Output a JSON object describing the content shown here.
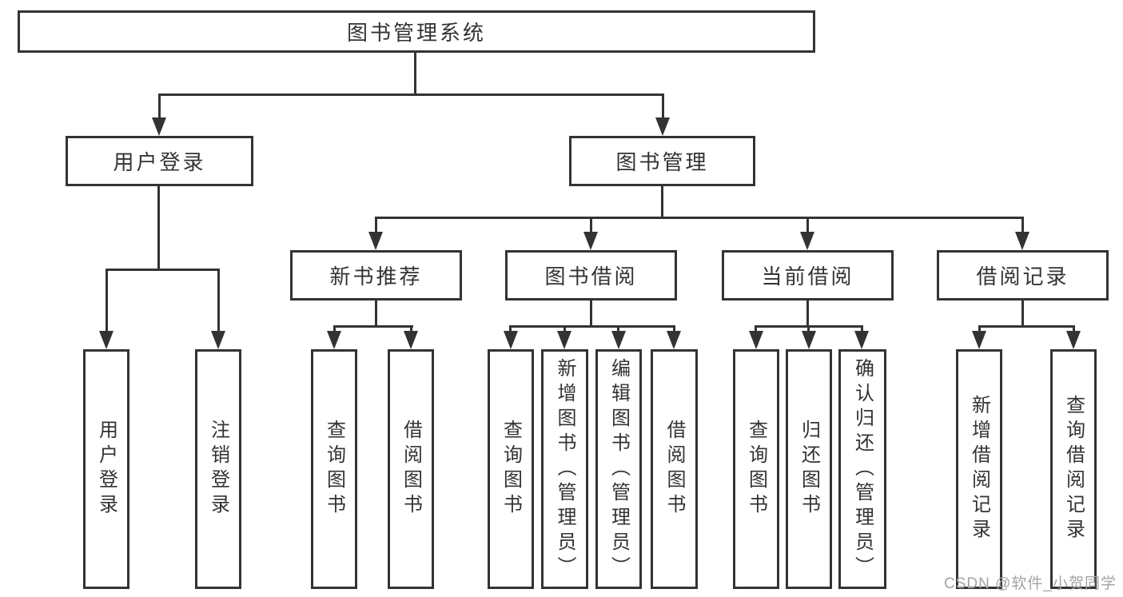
{
  "tree": {
    "label": "图书管理系统",
    "children": [
      {
        "label": "用户登录",
        "children": [
          {
            "label": "用户登录"
          },
          {
            "label": "注销登录"
          }
        ]
      },
      {
        "label": "图书管理",
        "children": [
          {
            "label": "新书推荐",
            "children": [
              {
                "label": "查询图书"
              },
              {
                "label": "借阅图书"
              }
            ]
          },
          {
            "label": "图书借阅",
            "children": [
              {
                "label": "查询图书"
              },
              {
                "label": "新增图书（管理员）"
              },
              {
                "label": "编辑图书（管理员）"
              },
              {
                "label": "借阅图书"
              }
            ]
          },
          {
            "label": "当前借阅",
            "children": [
              {
                "label": "查询图书"
              },
              {
                "label": "归还图书"
              },
              {
                "label": "确认归还（管理员）"
              }
            ]
          },
          {
            "label": "借阅记录",
            "children": [
              {
                "label": "新增借阅记录"
              },
              {
                "label": "查询借阅记录"
              }
            ]
          }
        ]
      }
    ]
  },
  "watermark": "CSDN @软件_小贺同学",
  "colors": {
    "line": "#333333",
    "background": "#ffffff",
    "watermark": "#a3a3a3"
  }
}
